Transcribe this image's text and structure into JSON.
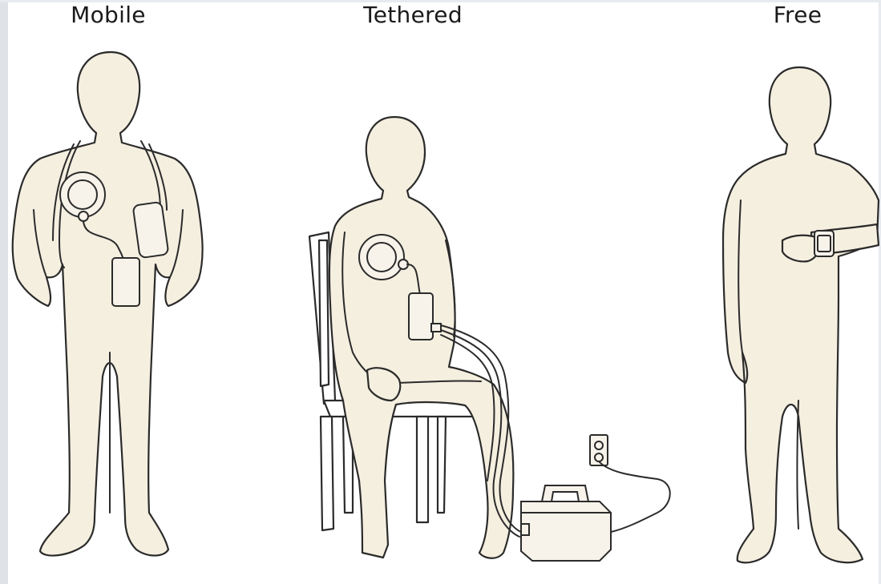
{
  "labels": {
    "mobile": "Mobile",
    "tethered": "Tethered",
    "free": "Free"
  },
  "colors": {
    "figure_fill": "#f5efe0",
    "outline": "#2b2b2b",
    "frame": "#dfe3e8"
  }
}
